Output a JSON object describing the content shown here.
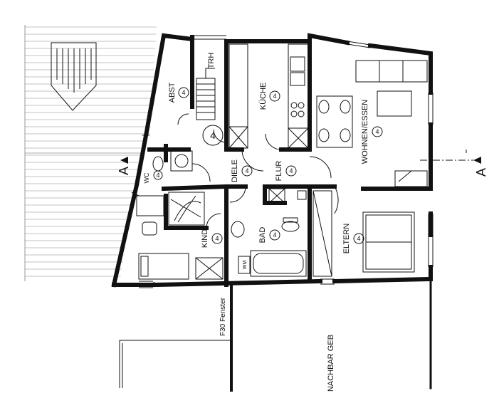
{
  "rooms": {
    "abst": "ABST",
    "trh": "TRH",
    "kueche": "KÜCHE",
    "wohnen": "WOHNEN/ESSEN",
    "diele": "DIELE",
    "flur": "FLUR",
    "wc": "WC",
    "kind": "KIND",
    "bad": "BAD",
    "eltern": "ELTERN"
  },
  "floor_number": "4",
  "section_marks": {
    "left": "A",
    "right": "A"
  },
  "annotations": {
    "fenster": "F30 Fenster",
    "nachbar": "NACHBAR GEB",
    "wm": "WM"
  }
}
